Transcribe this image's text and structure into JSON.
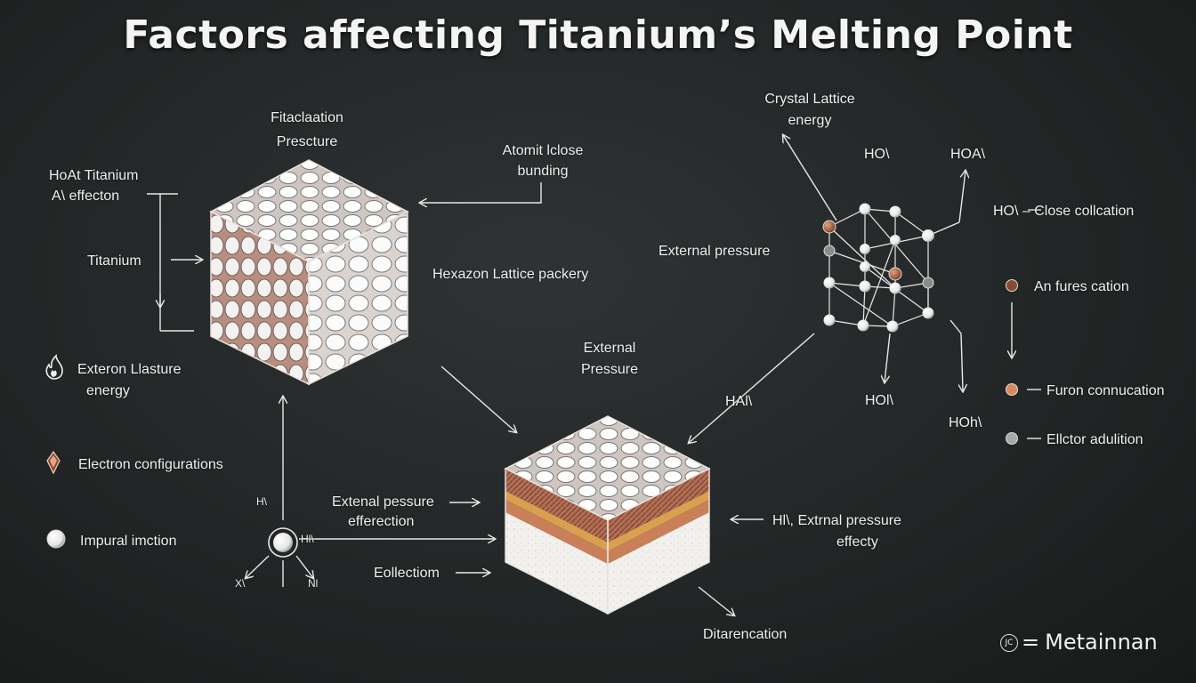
{
  "title": "Factors affecting  Titanium’s Melting Point",
  "labels": {
    "fitaclaation": "Fitaclaation",
    "prescture": "Prescture",
    "hoat_titanium": "HoAt Titanium",
    "ah_effecton": "A\\ effecton",
    "titanium": "Titanium",
    "atomit_iclose": "Atomit lclose",
    "bunding": "bunding",
    "hexazon": "Hexazon Lattice packery",
    "exteron_llasture": "Exteron Llasture",
    "energy_left": "energy",
    "electron_configurations": "Electron configurations",
    "impural_imction": "Impural imction",
    "external_pressure_center_1": "External",
    "external_pressure_center_2": "Pressure",
    "extenal_pessure": "Extenal pessure",
    "efferection": "efferection",
    "eollectiom": "Eollectiom",
    "ditarencation": "Ditarencation",
    "h_small_1": "H\\",
    "hl_small": "Hl\\",
    "x_small": "X\\",
    "n_small": "Nl",
    "hl_external": "Hl\\, Extrnal pressure",
    "effecty": "effecty",
    "hal_mid": "HAl\\",
    "crystal_lattice": "Crystal Lattice",
    "energy_top": "energy",
    "external_pressure_right": "External pressure",
    "ho_1": "HO\\",
    "hoa_2": "HOA\\",
    "hoh_3": "HOl\\",
    "hoh_4": "HOh\\"
  },
  "legend": {
    "close_collcation": "HO\\ – Close collcation",
    "an_fures_cation": "An fures cation",
    "furon_connucation": "Furon connucation",
    "ellctor_adulition": "Ellctor adulition"
  },
  "brand": "Metainnan",
  "brand_icon_text": "JC",
  "colors": {
    "background": "#232626",
    "copper": "#b07055",
    "gold": "#d9a050",
    "sphere": "#f2f2f2"
  }
}
